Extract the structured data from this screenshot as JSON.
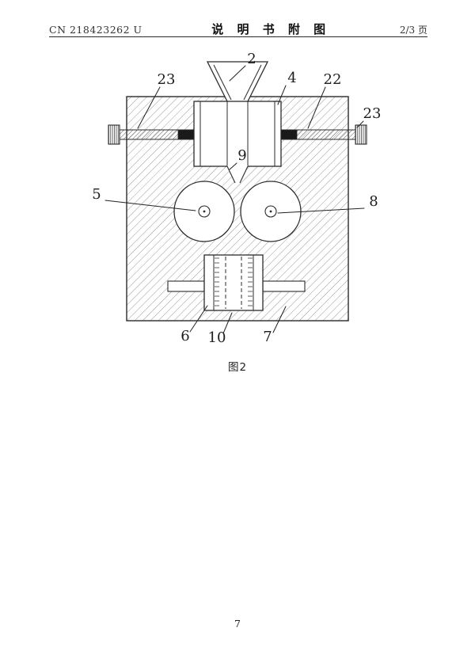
{
  "header": {
    "patent_number": "CN 218423262 U",
    "title": "说 明 书 附 图",
    "page_indicator": "2/3 页"
  },
  "figure": {
    "caption": "图2",
    "labels": {
      "hopper": "2",
      "left_bolt": "23",
      "feed_box": "4",
      "right_rod": "22",
      "right_bolt": "23",
      "chute": "9",
      "left_roller": "5",
      "right_roller": "8",
      "lower_left": "6",
      "lower_center": "10",
      "lower_right": "7"
    }
  },
  "footer": {
    "page_number": "7"
  },
  "colors": {
    "line": "#2b2b2b",
    "hatch": "#8c8c8c",
    "dark_fill": "#1a1a1a",
    "paper": "#ffffff"
  }
}
